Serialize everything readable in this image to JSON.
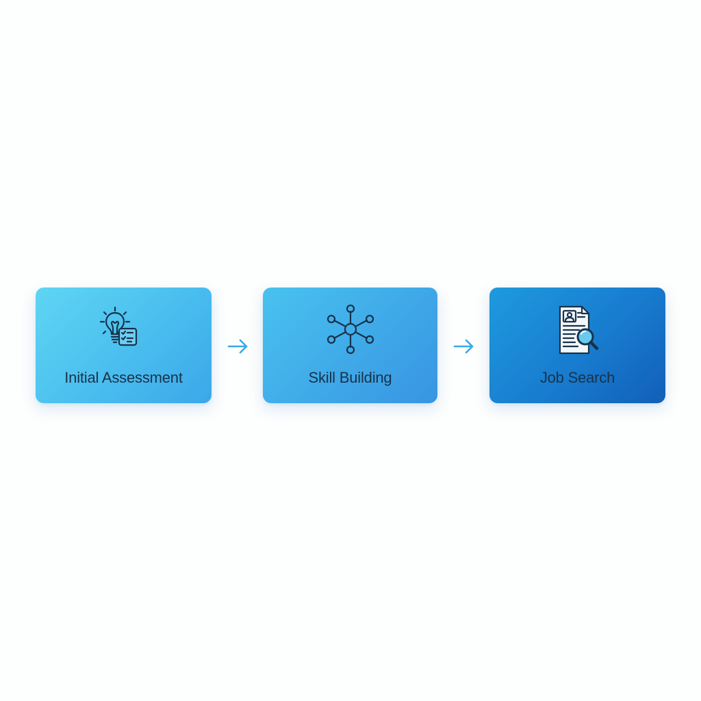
{
  "flow": {
    "steps": [
      {
        "label": "Initial Assessment",
        "icon": "lightbulb-checklist-icon"
      },
      {
        "label": "Skill Building",
        "icon": "network-nodes-icon"
      },
      {
        "label": "Job Search",
        "icon": "resume-search-icon"
      }
    ],
    "connectors": [
      {
        "icon": "arrow-right-icon"
      },
      {
        "icon": "arrow-right-icon"
      }
    ],
    "colors": {
      "background": "#fdfefe",
      "step1": "#4cc1ef",
      "step2": "#3fa9e8",
      "step3": "#187ccf",
      "arrow": "#3aa8e6",
      "icon_stroke": "#18324a"
    }
  }
}
